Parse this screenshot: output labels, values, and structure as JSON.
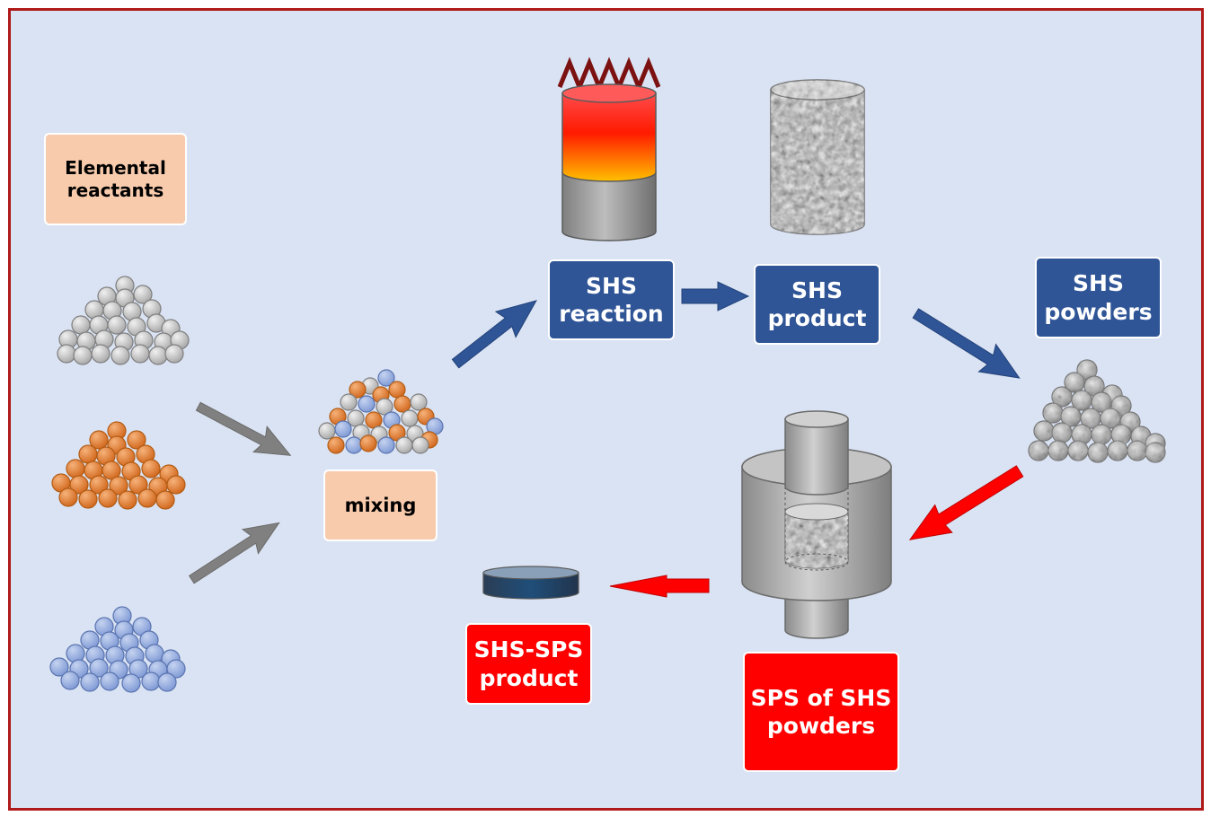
{
  "labels": {
    "elemental_reactants": {
      "line1": "Elemental",
      "line2": "reactants"
    },
    "mixing": {
      "line1": "mixing"
    },
    "shs_reaction": {
      "line1": "SHS",
      "line2": "reaction"
    },
    "shs_product": {
      "line1": "SHS",
      "line2": "product"
    },
    "shs_powders": {
      "line1": "SHS",
      "line2": "powders"
    },
    "sps_of_shs_powders": {
      "line1": "SPS of SHS",
      "line2": "powders"
    },
    "shs_sps_product": {
      "line1": "SHS-SPS",
      "line2": "product"
    }
  },
  "colors": {
    "frame_border": "#b01919",
    "background": "#dae3f3",
    "label_peach": "#f8cbad",
    "label_blue": "#2f5597",
    "label_red": "#ff0000",
    "arrow_gray": "#808080",
    "arrow_blue": "#2f5597",
    "arrow_red": "#ff0000",
    "particle_gray": "#bfbfbf",
    "particle_orange": "#e07b28",
    "particle_blue": "#8faadc"
  },
  "icons": [
    "heating-coil-icon",
    "burning-cylinder-icon",
    "porous-cylinder-icon",
    "sps-die-icon",
    "sintered-disc-icon",
    "particle-pile-icon"
  ]
}
